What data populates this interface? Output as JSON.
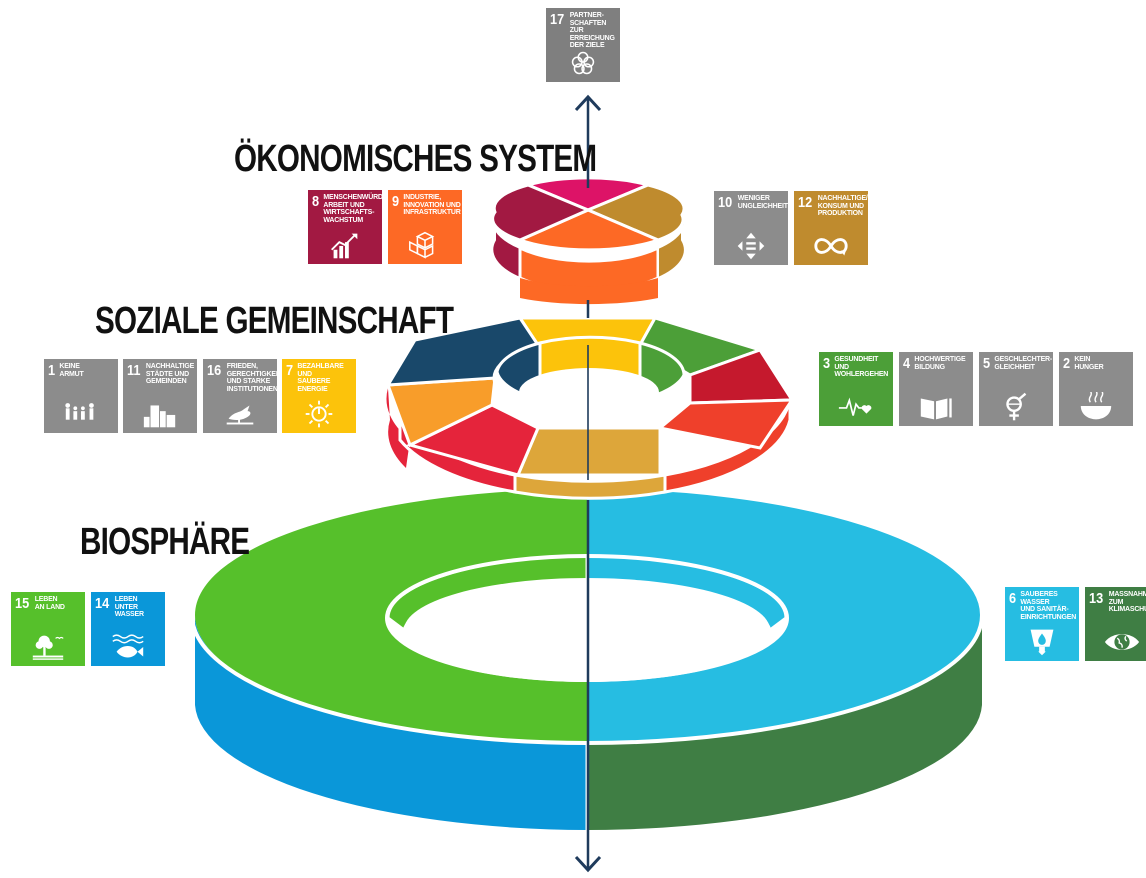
{
  "levels": {
    "economy": {
      "title": "ÖKONOMISCHES SYSTEM"
    },
    "society": {
      "title": "SOZIALE GEMEINSCHAFT"
    },
    "biosphere": {
      "title": "BIOSPHÄRE"
    }
  },
  "goals": [
    {
      "number": "17",
      "label": "PARTNER-\nSCHAFTEN\nZUR ERREICHUNG\nDER ZIELE",
      "color": "#7f7f7f",
      "icon": "flower-rings-icon"
    },
    {
      "number": "8",
      "label": "MENSCHENWÜRDIGE\nARBEIT UND\nWIRTSCHAFTS-\nWACHSTUM",
      "color": "#a21942",
      "icon": "growth-chart-icon"
    },
    {
      "number": "9",
      "label": "INDUSTRIE,\nINNOVATION UND\nINFRASTRUKTUR",
      "color": "#fd6925",
      "icon": "cubes-icon"
    },
    {
      "number": "10",
      "label": "WENIGER\nUNGLEICHHEITEN",
      "color": "#8c8c8c",
      "icon": "equality-arrows-icon"
    },
    {
      "number": "12",
      "label": "NACHHALTIGE/R\nKONSUM UND\nPRODUKTION",
      "color": "#bf8b2e",
      "icon": "infinity-icon"
    },
    {
      "number": "1",
      "label": "KEINE\nARMUT",
      "color": "#8c8c8c",
      "icon": "family-icon"
    },
    {
      "number": "11",
      "label": "NACHHALTIGE\nSTÄDTE UND\nGEMEINDEN",
      "color": "#8c8c8c",
      "icon": "city-icon"
    },
    {
      "number": "16",
      "label": "FRIEDEN,\nGERECHTIGKEIT\nUND STARKE\nINSTITUTIONEN",
      "color": "#8c8c8c",
      "icon": "dove-icon"
    },
    {
      "number": "7",
      "label": "BEZAHLBARE UND\nSAUBERE ENERGIE",
      "color": "#fcc30b",
      "icon": "sun-power-icon"
    },
    {
      "number": "3",
      "label": "GESUNDHEIT UND\nWOHLERGEHEN",
      "color": "#4c9f38",
      "icon": "heartbeat-icon"
    },
    {
      "number": "4",
      "label": "HOCHWERTIGE\nBILDUNG",
      "color": "#8c8c8c",
      "icon": "book-icon"
    },
    {
      "number": "5",
      "label": "GESCHLECHTER-\nGLEICHHEIT",
      "color": "#8c8c8c",
      "icon": "gender-icon"
    },
    {
      "number": "2",
      "label": "KEIN\nHUNGER",
      "color": "#8c8c8c",
      "icon": "bowl-icon"
    },
    {
      "number": "15",
      "label": "LEBEN\nAN LAND",
      "color": "#56c02b",
      "icon": "tree-icon"
    },
    {
      "number": "14",
      "label": "LEBEN UNTER\nWASSER",
      "color": "#0a97d9",
      "icon": "fish-icon"
    },
    {
      "number": "6",
      "label": "SAUBERES WASSER\nUND SANITÄR-\nEINRICHTUNGEN",
      "color": "#26bde2",
      "icon": "water-drop-icon"
    },
    {
      "number": "13",
      "label": "MASSNAHMEN ZUM\nKLIMASCHUTZ",
      "color": "#3f7e44",
      "icon": "eye-globe-icon"
    }
  ],
  "ring_colors": {
    "biosphere": {
      "top_left": "#56c02b",
      "top_right": "#26bde2",
      "side_left": "#0a97d9",
      "side_right": "#3f7e44"
    },
    "society": [
      "#fcc30b",
      "#4c9f38",
      "#c5192d",
      "#ef402b",
      "#dda63a",
      "#e5243b",
      "#f89d2a",
      "#19486a"
    ],
    "economy": [
      "#dd1367",
      "#bf8b2e",
      "#fd6925",
      "#a21942"
    ]
  }
}
